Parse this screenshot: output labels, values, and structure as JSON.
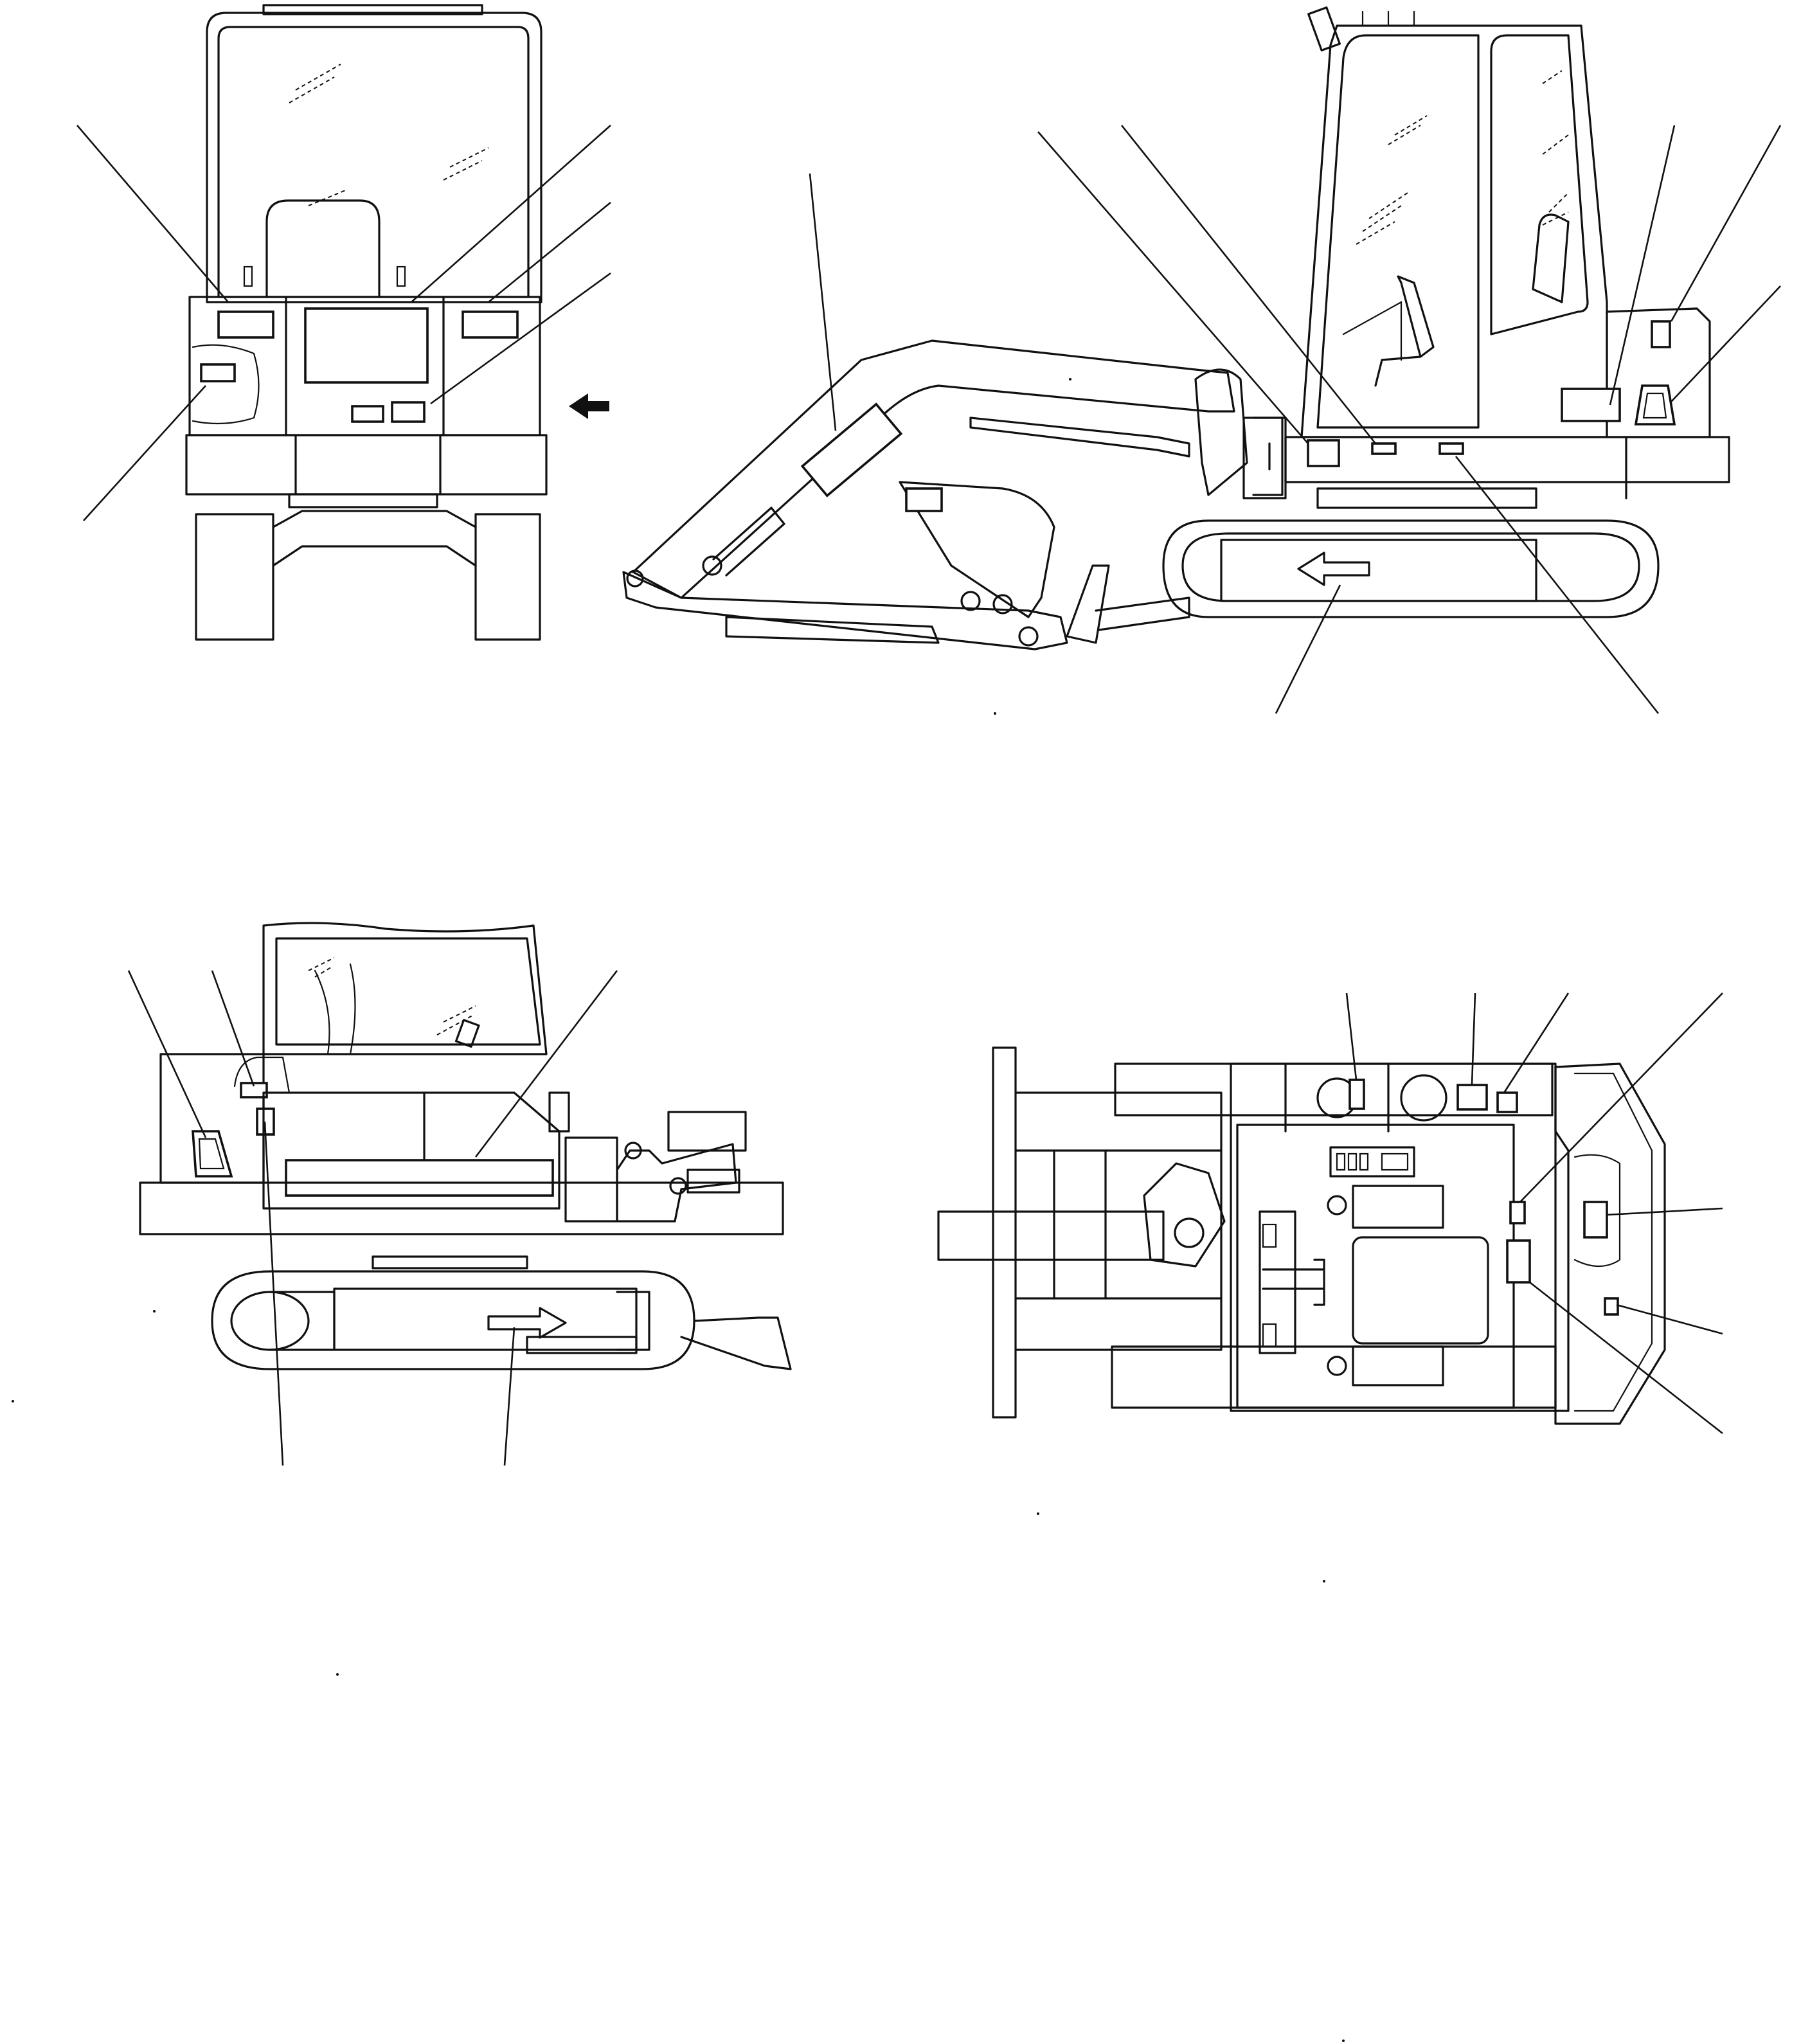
{
  "figure": {
    "views": [
      {
        "id": "rear-view"
      },
      {
        "id": "left-side-view"
      },
      {
        "id": "right-side-view"
      },
      {
        "id": "top-view"
      }
    ]
  }
}
